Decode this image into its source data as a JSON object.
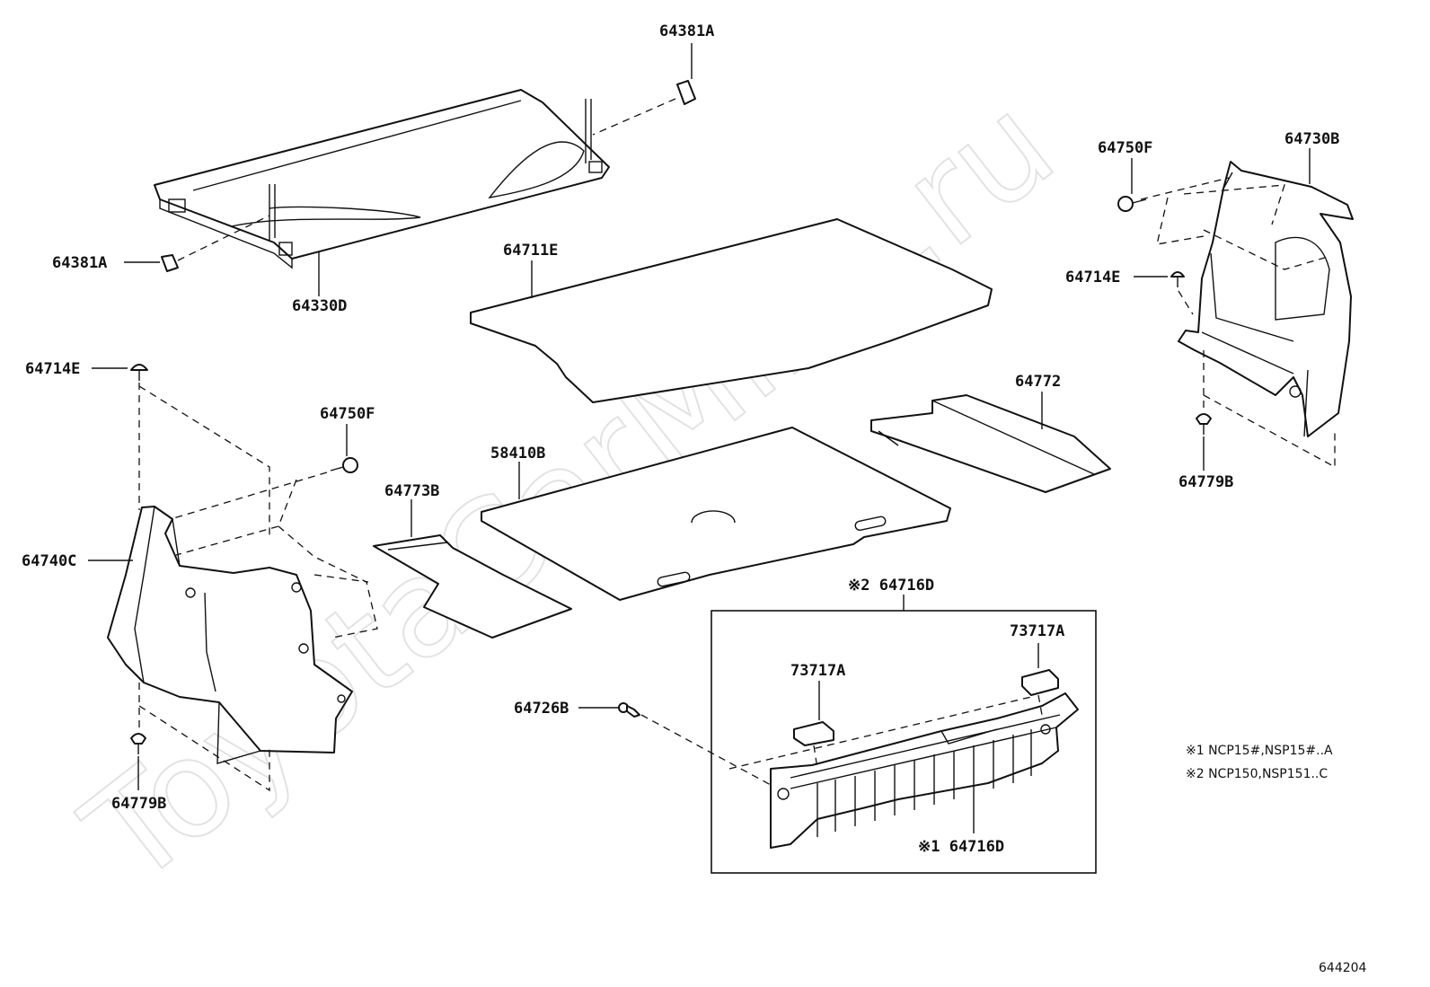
{
  "watermark": "ToyotaCarMine.ru",
  "labels": {
    "p64381A_top": "64381A",
    "p64381A_left": "64381A",
    "p64330D": "64330D",
    "p64711E": "64711E",
    "p64750F_right": "64750F",
    "p64730B": "64730B",
    "p64714E_right": "64714E",
    "p64779B_right": "64779B",
    "p64772": "64772",
    "p64714E_left": "64714E",
    "p64750F_left": "64750F",
    "p58410B": "58410B",
    "p64773B": "64773B",
    "p64740C": "64740C",
    "p64779B_left": "64779B",
    "p64716D_box": "※2 64716D",
    "p73717A_right": "73717A",
    "p73717A_left": "73717A",
    "p64726B": "64726B",
    "p64716D_part": "※1 64716D"
  },
  "notes": {
    "note1": "※1 NCP15#,NSP15#..A",
    "note2": "※2 NCP150,NSP151..C"
  },
  "reference": "644204"
}
